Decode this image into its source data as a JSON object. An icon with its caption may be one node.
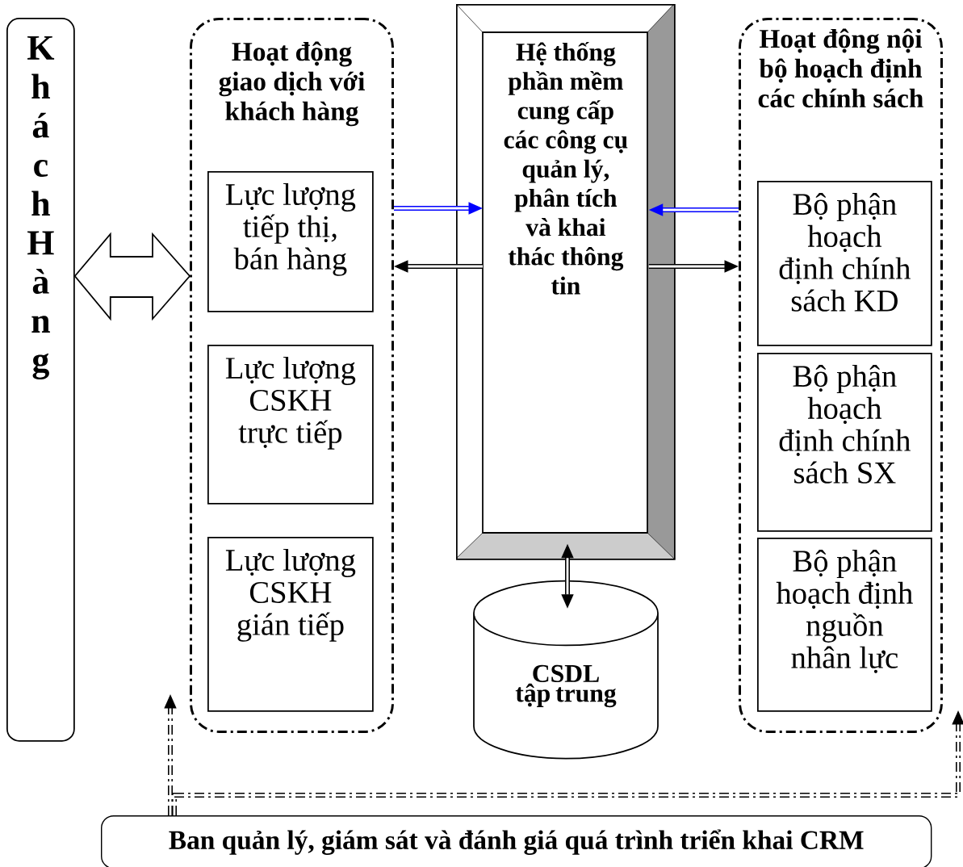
{
  "diagram": {
    "nodes": [
      {
        "text": [
          "K h á c h H à n g"
        ]
      },
      {
        "text": [
          "Hoạt động giao dịch với khách hàng"
        ]
      },
      {
        "text": [
          "Lực lượng tiếp thị, bán hàng"
        ],
        "in": 1
      },
      {
        "text": [
          "Lực lượng CSKH trực tiếp"
        ],
        "in": 1
      },
      {
        "text": [
          "Lực lượng CSKH gián tiếp"
        ],
        "in": 1
      },
      {
        "text": [
          "Hệ thống phần mềm cung cấp các công cụ quản lý, phân tích và khai thác thông tin"
        ]
      },
      {
        "text": [
          "Hoạt động nội bộ hoạch định các chính sách"
        ]
      },
      {
        "text": [
          "Bộ phận hoạch định chính sách KD"
        ],
        "in": 6
      },
      {
        "text": [
          "Bộ phận hoạch định chính sách SX"
        ],
        "in": 6
      },
      {
        "text": [
          "Bộ phận hoạch định nguồn nhân lực"
        ],
        "in": 6
      },
      {
        "text": [
          "CSDL tập trung"
        ]
      },
      {
        "text": [
          "Ban quản lý, giám sát và đánh giá quá trình triển khai CRM"
        ]
      }
    ],
    "edges": [
      {
        "from": 0,
        "to": 1,
        "arrow": "both"
      },
      {
        "from": 1,
        "to": 5,
        "arrow": "to",
        "color": "#0000ff"
      },
      {
        "from": 6,
        "to": 5,
        "arrow": "to",
        "color": "#0000ff"
      },
      {
        "from": 5,
        "to": 1,
        "arrow": "to"
      },
      {
        "from": 5,
        "to": 6,
        "arrow": "to"
      },
      {
        "from": 5,
        "to": 10,
        "arrow": "both"
      },
      {
        "from": 11,
        "to": null,
        "arrow": "to",
        "style": "dashed"
      },
      {
        "from": 11,
        "to": null,
        "arrow": "to",
        "style": "dashed"
      }
    ]
  }
}
